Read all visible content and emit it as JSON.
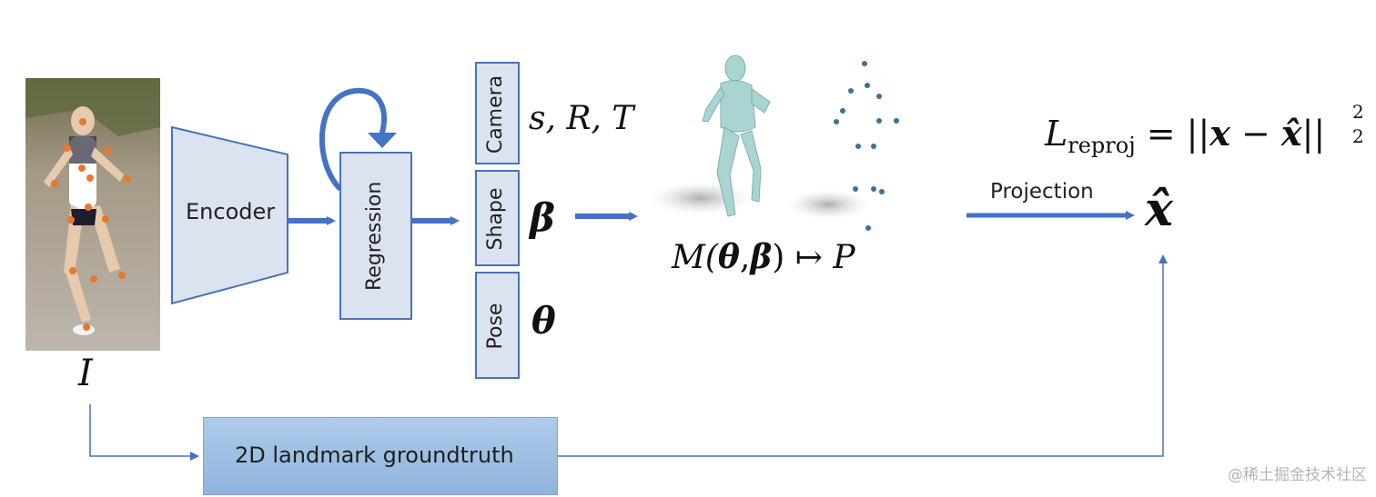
{
  "encoder": {
    "label": "Encoder"
  },
  "regression": {
    "label": "Regression"
  },
  "params": {
    "camera": {
      "label": "Camera",
      "symbol": "s, R, T"
    },
    "shape": {
      "label": "Shape",
      "symbol": "β"
    },
    "pose": {
      "label": "Pose",
      "symbol": "θ"
    }
  },
  "input": {
    "symbol": "I"
  },
  "mesh_equation": {
    "M": "M(",
    "theta": "θ",
    "comma": ",",
    "beta": "β",
    "close": ")",
    "maps": " ↦ ",
    "P": "P"
  },
  "projection": {
    "label": "Projection",
    "output_symbol": "x̂"
  },
  "loss": {
    "L": "L",
    "sub": "reproj",
    "eq": " = ||",
    "x": "x",
    "minus": " − ",
    "xhat": "x̂",
    "norm": "||",
    "sub2": "2",
    "sup2": "2"
  },
  "groundtruth": {
    "label": "2D landmark groundtruth"
  },
  "watermark": {
    "text": "@稀土掘金技术社区"
  },
  "colors": {
    "arrow": "#4472c4",
    "box_fill": "#dbe3f1",
    "box_border": "#4a72b8",
    "mesh": "#a9d4d2"
  }
}
